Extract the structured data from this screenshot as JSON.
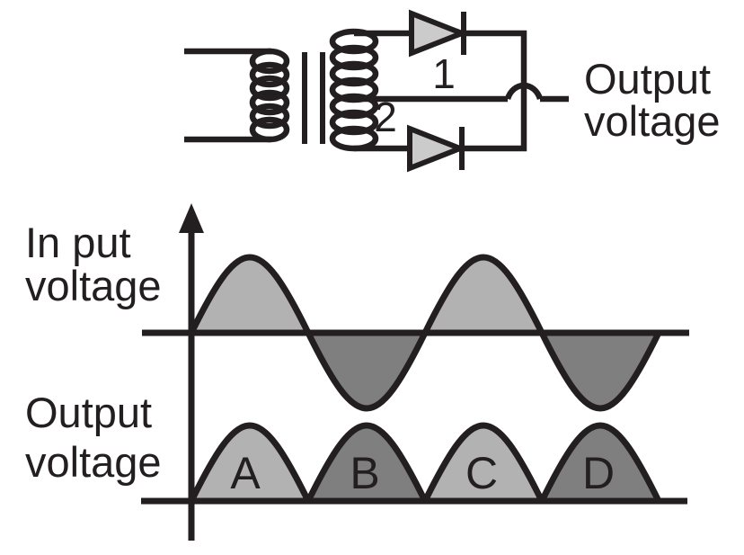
{
  "colors": {
    "background": "#ffffff",
    "line": "#231f20",
    "text": "#231f20",
    "light_gray": "#b2b2b2",
    "dark_gray": "#7f7f7f",
    "diode_fill": "#cbcbcb"
  },
  "circuit": {
    "diode1_label": "1",
    "diode2_label": "2",
    "output_label_line1": "Output",
    "output_label_line2": "voltage"
  },
  "waveform_panel": {
    "input_label_line1": "In put",
    "input_label_line2": "voltage",
    "output_label_line1": "Output",
    "output_label_line2": "voltage",
    "segment_labels": [
      "A",
      "B",
      "C",
      "D"
    ]
  },
  "chart_data": [
    {
      "type": "line",
      "title": "Input voltage",
      "description": "Sine wave, two full cycles starting at the vertical axis; positive half-cycles shaded light gray, negative half-cycles shaded dark gray",
      "half_cycles": 4,
      "amplitude_relative": 1,
      "half_cycle_fills": [
        "#b2b2b2",
        "#7f7f7f",
        "#b2b2b2",
        "#7f7f7f"
      ],
      "zero_line": true
    },
    {
      "type": "line",
      "title": "Output voltage",
      "description": "Full-wave rectified sine: four positive half-sine humps above the zero line",
      "humps": [
        {
          "label": "A",
          "fill": "#b2b2b2"
        },
        {
          "label": "B",
          "fill": "#7f7f7f"
        },
        {
          "label": "C",
          "fill": "#b2b2b2"
        },
        {
          "label": "D",
          "fill": "#7f7f7f"
        }
      ],
      "zero_line": true
    }
  ]
}
